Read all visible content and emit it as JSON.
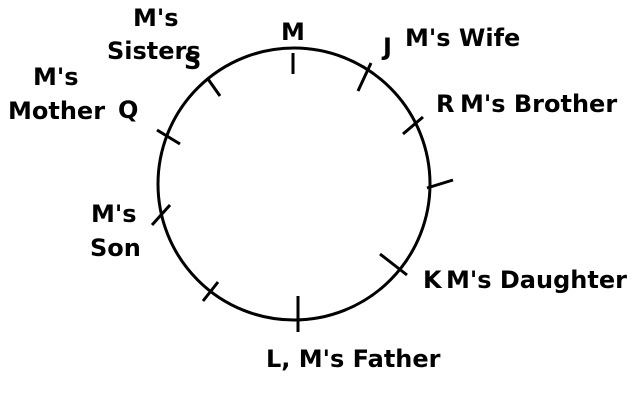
{
  "colors": {
    "background": "#ffffff",
    "ink": "#000000"
  },
  "labels": {
    "m": "M",
    "j": "J",
    "m_wife": "M's Wife",
    "r": "R",
    "m_brother": "M's Brother",
    "k": "K",
    "m_daughter": "M's Daughter",
    "l_father": "L, M's Father",
    "son_line1": "M's",
    "son_line2": "Son",
    "q": "Q",
    "mother_line1": "M's",
    "mother_line2": "Mother",
    "s": "S",
    "sisters_line1": "M's",
    "sisters_line2": "Sisters"
  }
}
